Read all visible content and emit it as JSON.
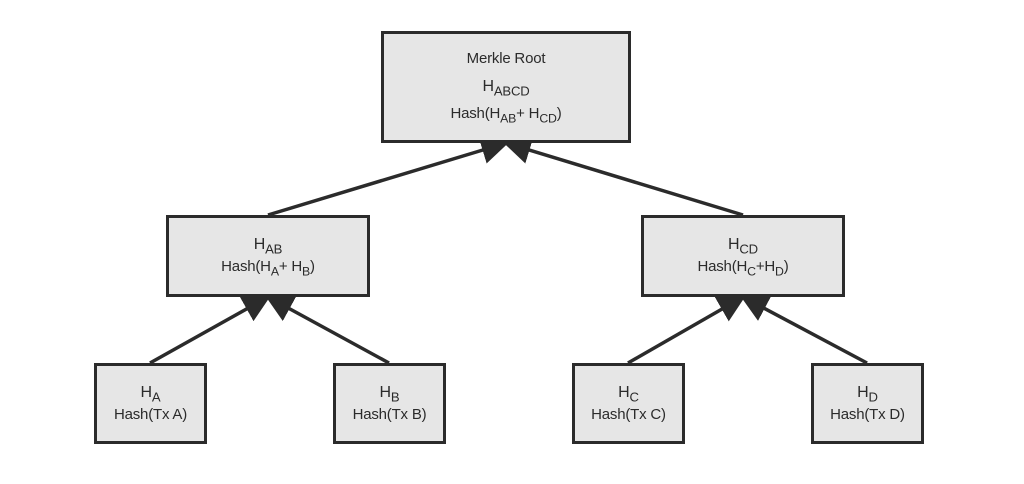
{
  "root": {
    "title": "Merkle Root",
    "hash_name": {
      "base": "H",
      "sub": "ABCD"
    },
    "formula": {
      "prefix": "Hash(H",
      "sub1": "AB",
      "mid": "+ H",
      "sub2": "CD",
      "suffix": ")"
    }
  },
  "level1": [
    {
      "hash_name": {
        "base": "H",
        "sub": "AB"
      },
      "formula": {
        "prefix": "Hash(H",
        "sub1": "A",
        "mid": "+ H",
        "sub2": "B",
        "suffix": ")"
      }
    },
    {
      "hash_name": {
        "base": "H",
        "sub": "CD"
      },
      "formula": {
        "prefix": "Hash(H",
        "sub1": "C",
        "mid": "+H",
        "sub2": "D",
        "suffix": ")"
      }
    }
  ],
  "leaves": [
    {
      "hash_name": {
        "base": "H",
        "sub": "A"
      },
      "formula": "Hash(Tx A)"
    },
    {
      "hash_name": {
        "base": "H",
        "sub": "B"
      },
      "formula": "Hash(Tx B)"
    },
    {
      "hash_name": {
        "base": "H",
        "sub": "C"
      },
      "formula": "Hash(Tx C)"
    },
    {
      "hash_name": {
        "base": "H",
        "sub": "D"
      },
      "formula": "Hash(Tx D)"
    }
  ],
  "colors": {
    "node_fill": "#e6e6e6",
    "stroke": "#2b2b2b"
  }
}
